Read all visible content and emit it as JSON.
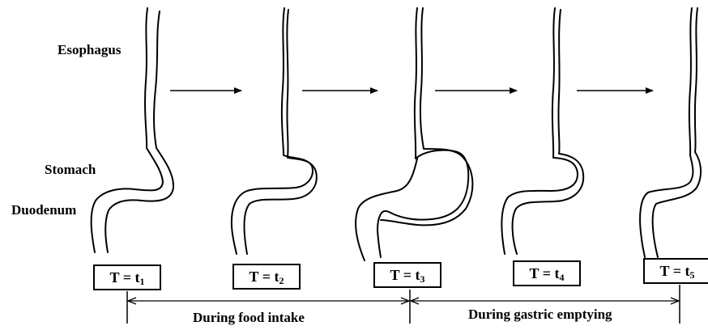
{
  "labels": {
    "esophagus": "Esophagus",
    "stomach": "Stomach",
    "duodenum": "Duodenum"
  },
  "timepoints": [
    {
      "main": "T = t",
      "sub": "1"
    },
    {
      "main": "T = t",
      "sub": "2"
    },
    {
      "main": "T = t",
      "sub": "3"
    },
    {
      "main": "T = t",
      "sub": "4"
    },
    {
      "main": "T = t",
      "sub": "5"
    }
  ],
  "phases": {
    "intake": "During food intake",
    "emptying": "During gastric emptying"
  },
  "colors": {
    "line": "#000000",
    "background": "#ffffff"
  }
}
